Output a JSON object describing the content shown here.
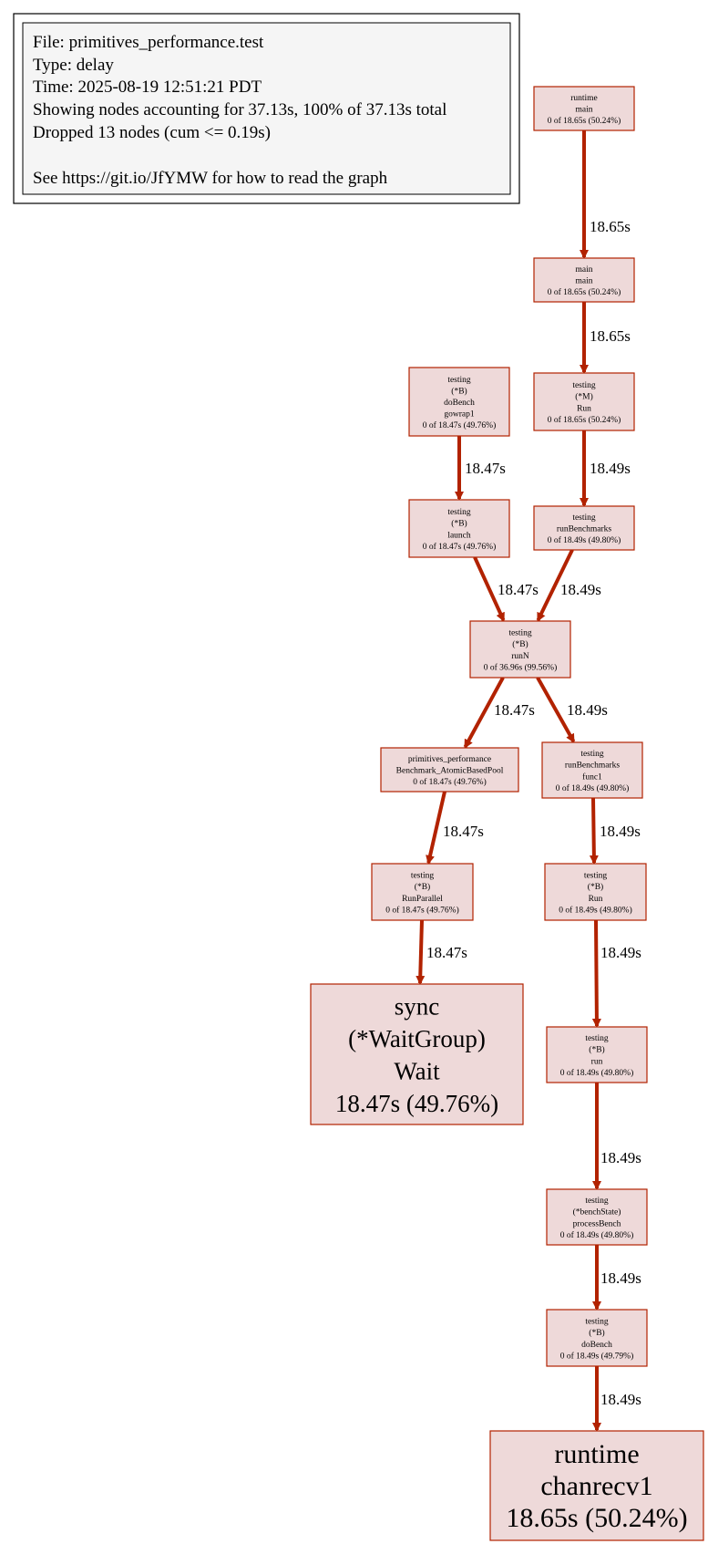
{
  "legend": {
    "lines": [
      "File: primitives_performance.test",
      "Type: delay",
      "Time: 2025-08-19 12:51:21 PDT",
      "Showing nodes accounting for 37.13s, 100% of 37.13s total",
      "Dropped 13 nodes (cum <= 0.19s)",
      "",
      "See https://git.io/JfYMW for how to read the graph"
    ]
  },
  "colors": {
    "node_fill": "#eed9d9",
    "node_stroke": "#b22200",
    "edge": "#b22200"
  },
  "nodes": [
    {
      "id": "runtime_main",
      "lines": [
        "runtime",
        "main",
        "0 of 18.65s (50.24%)"
      ]
    },
    {
      "id": "main_main",
      "lines": [
        "main",
        "main",
        "0 of 18.65s (50.24%)"
      ]
    },
    {
      "id": "testing_M_Run",
      "lines": [
        "testing",
        "(*M)",
        "Run",
        "0 of 18.65s (50.24%)"
      ]
    },
    {
      "id": "testing_B_doBench_gowrap1",
      "lines": [
        "testing",
        "(*B)",
        "doBench",
        "gowrap1",
        "0 of 18.47s (49.76%)"
      ]
    },
    {
      "id": "testing_B_launch",
      "lines": [
        "testing",
        "(*B)",
        "launch",
        "0 of 18.47s (49.76%)"
      ]
    },
    {
      "id": "testing_runBenchmarks",
      "lines": [
        "testing",
        "runBenchmarks",
        "0 of 18.49s (49.80%)"
      ]
    },
    {
      "id": "testing_B_runN",
      "lines": [
        "testing",
        "(*B)",
        "runN",
        "0 of 36.96s (99.56%)"
      ]
    },
    {
      "id": "primitives_AtomicBasedPool",
      "lines": [
        "primitives_performance",
        "Benchmark_AtomicBasedPool",
        "0 of 18.47s (49.76%)"
      ]
    },
    {
      "id": "testing_runBenchmarks_func1",
      "lines": [
        "testing",
        "runBenchmarks",
        "func1",
        "0 of 18.49s (49.80%)"
      ]
    },
    {
      "id": "testing_B_RunParallel",
      "lines": [
        "testing",
        "(*B)",
        "RunParallel",
        "0 of 18.47s (49.76%)"
      ]
    },
    {
      "id": "testing_B_Run",
      "lines": [
        "testing",
        "(*B)",
        "Run",
        "0 of 18.49s (49.80%)"
      ]
    },
    {
      "id": "sync_WaitGroup_Wait",
      "lines": [
        "sync",
        "(*WaitGroup)",
        "Wait",
        "18.47s (49.76%)"
      ]
    },
    {
      "id": "testing_B_run",
      "lines": [
        "testing",
        "(*B)",
        "run",
        "0 of 18.49s (49.80%)"
      ]
    },
    {
      "id": "testing_benchState_processBench",
      "lines": [
        "testing",
        "(*benchState)",
        "processBench",
        "0 of 18.49s (49.80%)"
      ]
    },
    {
      "id": "testing_B_doBench",
      "lines": [
        "testing",
        "(*B)",
        "doBench",
        "0 of 18.49s (49.79%)"
      ]
    },
    {
      "id": "runtime_chanrecv1",
      "lines": [
        "runtime",
        "chanrecv1",
        "18.65s (50.24%)"
      ]
    }
  ],
  "edges": [
    {
      "from": "runtime_main",
      "to": "main_main",
      "label": "18.65s"
    },
    {
      "from": "main_main",
      "to": "testing_M_Run",
      "label": "18.65s"
    },
    {
      "from": "testing_B_doBench_gowrap1",
      "to": "testing_B_launch",
      "label": "18.47s"
    },
    {
      "from": "testing_M_Run",
      "to": "testing_runBenchmarks",
      "label": "18.49s"
    },
    {
      "from": "testing_B_launch",
      "to": "testing_B_runN",
      "label": "18.47s"
    },
    {
      "from": "testing_runBenchmarks",
      "to": "testing_B_runN",
      "label": "18.49s"
    },
    {
      "from": "testing_B_runN",
      "to": "primitives_AtomicBasedPool",
      "label": "18.47s"
    },
    {
      "from": "testing_B_runN",
      "to": "testing_runBenchmarks_func1",
      "label": "18.49s"
    },
    {
      "from": "primitives_AtomicBasedPool",
      "to": "testing_B_RunParallel",
      "label": "18.47s"
    },
    {
      "from": "testing_runBenchmarks_func1",
      "to": "testing_B_Run",
      "label": "18.49s"
    },
    {
      "from": "testing_B_RunParallel",
      "to": "sync_WaitGroup_Wait",
      "label": "18.47s"
    },
    {
      "from": "testing_B_Run",
      "to": "testing_B_run",
      "label": "18.49s"
    },
    {
      "from": "testing_B_run",
      "to": "testing_benchState_processBench",
      "label": "18.49s"
    },
    {
      "from": "testing_benchState_processBench",
      "to": "testing_B_doBench",
      "label": "18.49s"
    },
    {
      "from": "testing_B_doBench",
      "to": "runtime_chanrecv1",
      "label": "18.49s"
    }
  ]
}
